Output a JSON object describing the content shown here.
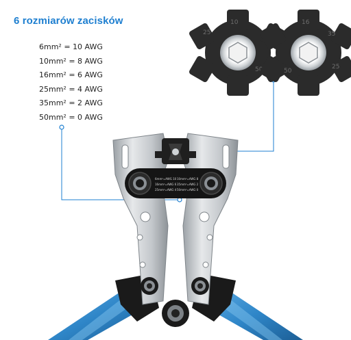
{
  "title": "6  rozmiarów zacisków",
  "sizes": [
    "6mm² = 10 AWG",
    "10mm² = 8 AWG",
    "16mm² = 6 AWG",
    "25mm² = 4 AWG",
    "35mm² = 2 AWG",
    "50mm² = 0 AWG"
  ],
  "die_labels": {
    "left": [
      "10",
      "25",
      "50"
    ],
    "right": [
      "16",
      "35",
      "50",
      "25"
    ]
  },
  "plate_labels": {
    "left": [
      "6mm²=AWG 10",
      "16mm²=AWG 6",
      "25mm²=AWG 4"
    ],
    "right": [
      "10mm²=AWG 8",
      "35mm²=AWG 2",
      "50mm²=AWG 0"
    ]
  },
  "colors": {
    "accent": "#1e7fd0",
    "handle_blue": "#2f86c8",
    "steel": "#cfd3d6",
    "die_black": "#2b2b2b"
  }
}
